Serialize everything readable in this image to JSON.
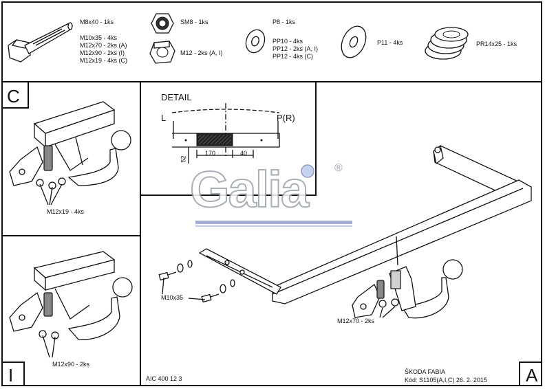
{
  "parts": {
    "bolt_main": "M8x40 - 1ks",
    "bolt_list": [
      "M10x35 - 4ks",
      "M12x70 - 2ks (A)",
      "M12x90 - 2ks (I)",
      "M12x19 - 4ks (C)"
    ],
    "nut_sm8": "SM8 - 1ks",
    "nut_m12": "M12 - 2ks (A, I)",
    "washer_main": "P8 - 1ks",
    "washer_list": [
      "PP10 - 4ks",
      "PP12 - 2ks (A, I)",
      "PP12 - 4ks (C)"
    ],
    "washer_p11": "P11 - 4ks",
    "spring": "PR14x25 - 1ks"
  },
  "panel_c": {
    "letter": "C",
    "callout": "M12x19 - 4ks"
  },
  "panel_i": {
    "letter": "I",
    "callout": "M12x90 - 2ks"
  },
  "panel_a": {
    "letter": "A",
    "callout_bolt": "M10x35",
    "callout_nut": "M12x70 - 2ks"
  },
  "detail": {
    "title": "DETAIL",
    "left": "L",
    "right": "P(R)",
    "dim_170": "170",
    "dim_40": "40",
    "dim_52": "52"
  },
  "logo": {
    "text": "Galia",
    "mark": "®"
  },
  "footer": {
    "code": "AIC 400 12 3",
    "model": "ŠKODA FABIA",
    "kod": "Kód: S1105(A,I,C)  26. 2. 2015"
  }
}
